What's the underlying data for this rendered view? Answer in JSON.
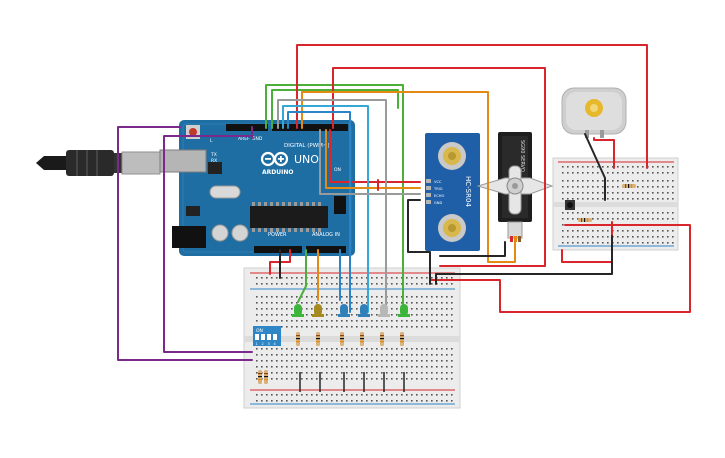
{
  "arduino": {
    "brand": "ARDUINO",
    "model": "UNO",
    "digital_label": "DIGITAL (PWM~)",
    "power_label": "POWER",
    "analog_label": "ANALOG IN",
    "aref_label": "AREF",
    "gnd_label": "GND",
    "tx_label": "TX",
    "rx_label": "RX",
    "on_label": "ON",
    "l_label": "L"
  },
  "ultrasonic": {
    "model": "HC-SR04",
    "pins": [
      "VCC",
      "TRIG",
      "ECHO",
      "GND"
    ]
  },
  "servo": {
    "model": "SG90 SERVO"
  },
  "dip_switch": {
    "on_label": "ON",
    "numbers": [
      "1",
      "2",
      "3",
      "4"
    ]
  },
  "colors": {
    "board": "#1f6ea3",
    "breadboard": "#ececec",
    "wire_red": "#d9262c",
    "wire_black": "#262626",
    "wire_purple": "#7b2a8c",
    "wire_green": "#4caf3a",
    "wire_orange": "#e28a14",
    "wire_blue": "#2b84c7",
    "wire_cyan": "#35a7d6",
    "wire_gray": "#9a9a9a",
    "led_green": "#3db53a",
    "led_yellow": "#a68a1f",
    "led_blue": "#2f7fb8",
    "led_white": "#b7b7b7"
  }
}
